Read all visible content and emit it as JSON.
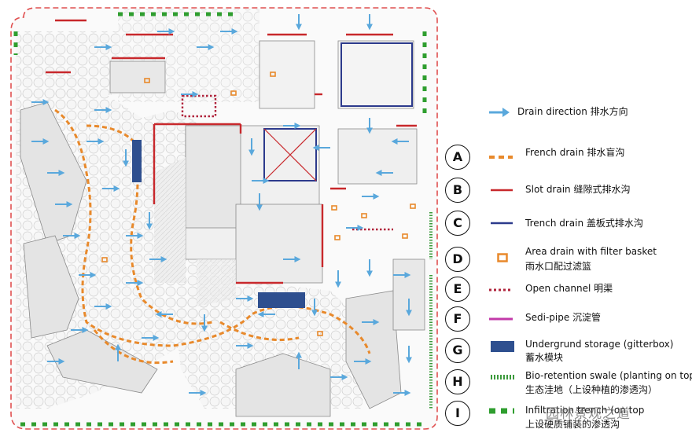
{
  "colors": {
    "french_drain": "#e8892b",
    "slot_drain": "#c8282c",
    "trench_drain": "#2c3a8c",
    "area_drain": "#e8892b",
    "open_channel": "#b0243c",
    "sedi_pipe": "#c23aa8",
    "underground_storage": "#2e4f8f",
    "bio_swale": "#3c9a3c",
    "infiltration": "#2f9e2f",
    "drain_arrow": "#5aa8dc",
    "boundary": "#e05050"
  },
  "legend": {
    "drain_direction": "Drain direction 排水方向",
    "items": [
      {
        "letter": "A",
        "line1": "French drain 排水盲沟",
        "line2": ""
      },
      {
        "letter": "B",
        "line1": "Slot drain 缝隙式排水沟",
        "line2": ""
      },
      {
        "letter": "C",
        "line1": "Trench drain 盖板式排水沟",
        "line2": ""
      },
      {
        "letter": "D",
        "line1": "Area drain with filter basket",
        "line2": "雨水口配过滤篮"
      },
      {
        "letter": "E",
        "line1": "Open channel  明渠",
        "line2": ""
      },
      {
        "letter": "F",
        "line1": "Sedi-pipe 沉淀管",
        "line2": ""
      },
      {
        "letter": "G",
        "line1": "Undergrund storage (gitterbox)",
        "line2": "蓄水模块"
      },
      {
        "letter": "H",
        "line1": "Bio-retention swale (planting on top",
        "line2": "生态洼地（上设种植的渗透沟）"
      },
      {
        "letter": "I",
        "line1": "Infiltration trench (on top",
        "line2": "上设硬质铺装的渗透沟"
      }
    ]
  },
  "watermark": "园林景观之道"
}
